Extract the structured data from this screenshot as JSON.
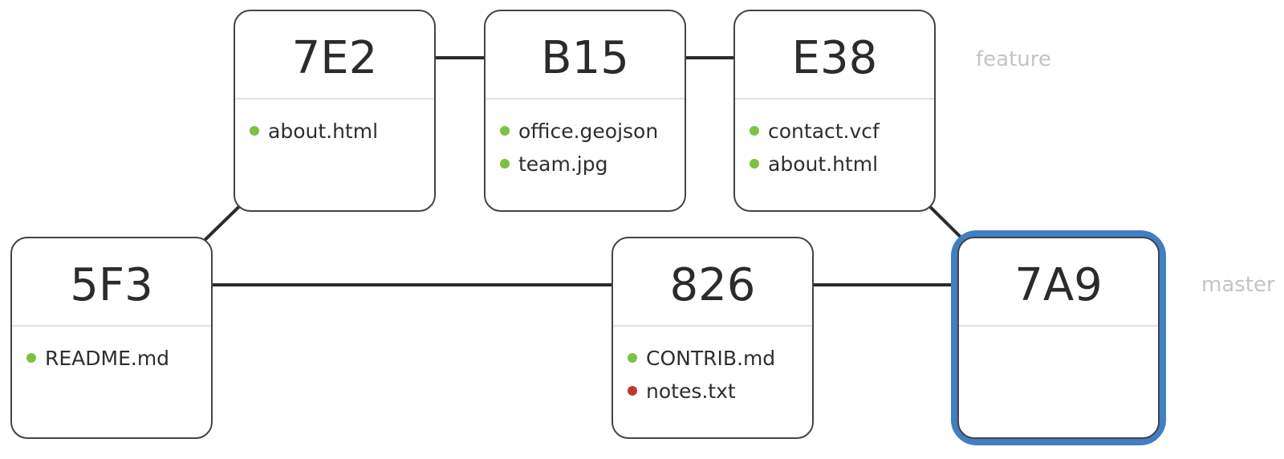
{
  "colors": {
    "added": "#7dc142",
    "removed": "#c0392b",
    "highlight": "#3f7fc4"
  },
  "commits": [
    {
      "id": "5F3",
      "files": [
        {
          "name": "README.md",
          "status": "added"
        }
      ]
    },
    {
      "id": "7E2",
      "files": [
        {
          "name": "about.html",
          "status": "added"
        }
      ]
    },
    {
      "id": "B15",
      "files": [
        {
          "name": "office.geojson",
          "status": "added"
        },
        {
          "name": "team.jpg",
          "status": "added"
        }
      ]
    },
    {
      "id": "E38",
      "files": [
        {
          "name": "contact.vcf",
          "status": "added"
        },
        {
          "name": "about.html",
          "status": "added"
        }
      ]
    },
    {
      "id": "826",
      "files": [
        {
          "name": "CONTRIB.md",
          "status": "added"
        },
        {
          "name": "notes.txt",
          "status": "removed"
        }
      ]
    },
    {
      "id": "7A9",
      "files": [],
      "highlighted": true
    }
  ],
  "edges": [
    {
      "from": "5F3",
      "to": "7E2"
    },
    {
      "from": "7E2",
      "to": "B15"
    },
    {
      "from": "B15",
      "to": "E38"
    },
    {
      "from": "5F3",
      "to": "826"
    },
    {
      "from": "826",
      "to": "7A9"
    },
    {
      "from": "E38",
      "to": "7A9"
    }
  ],
  "branches": [
    {
      "name": "feature",
      "commit": "E38"
    },
    {
      "name": "master",
      "commit": "7A9"
    }
  ]
}
